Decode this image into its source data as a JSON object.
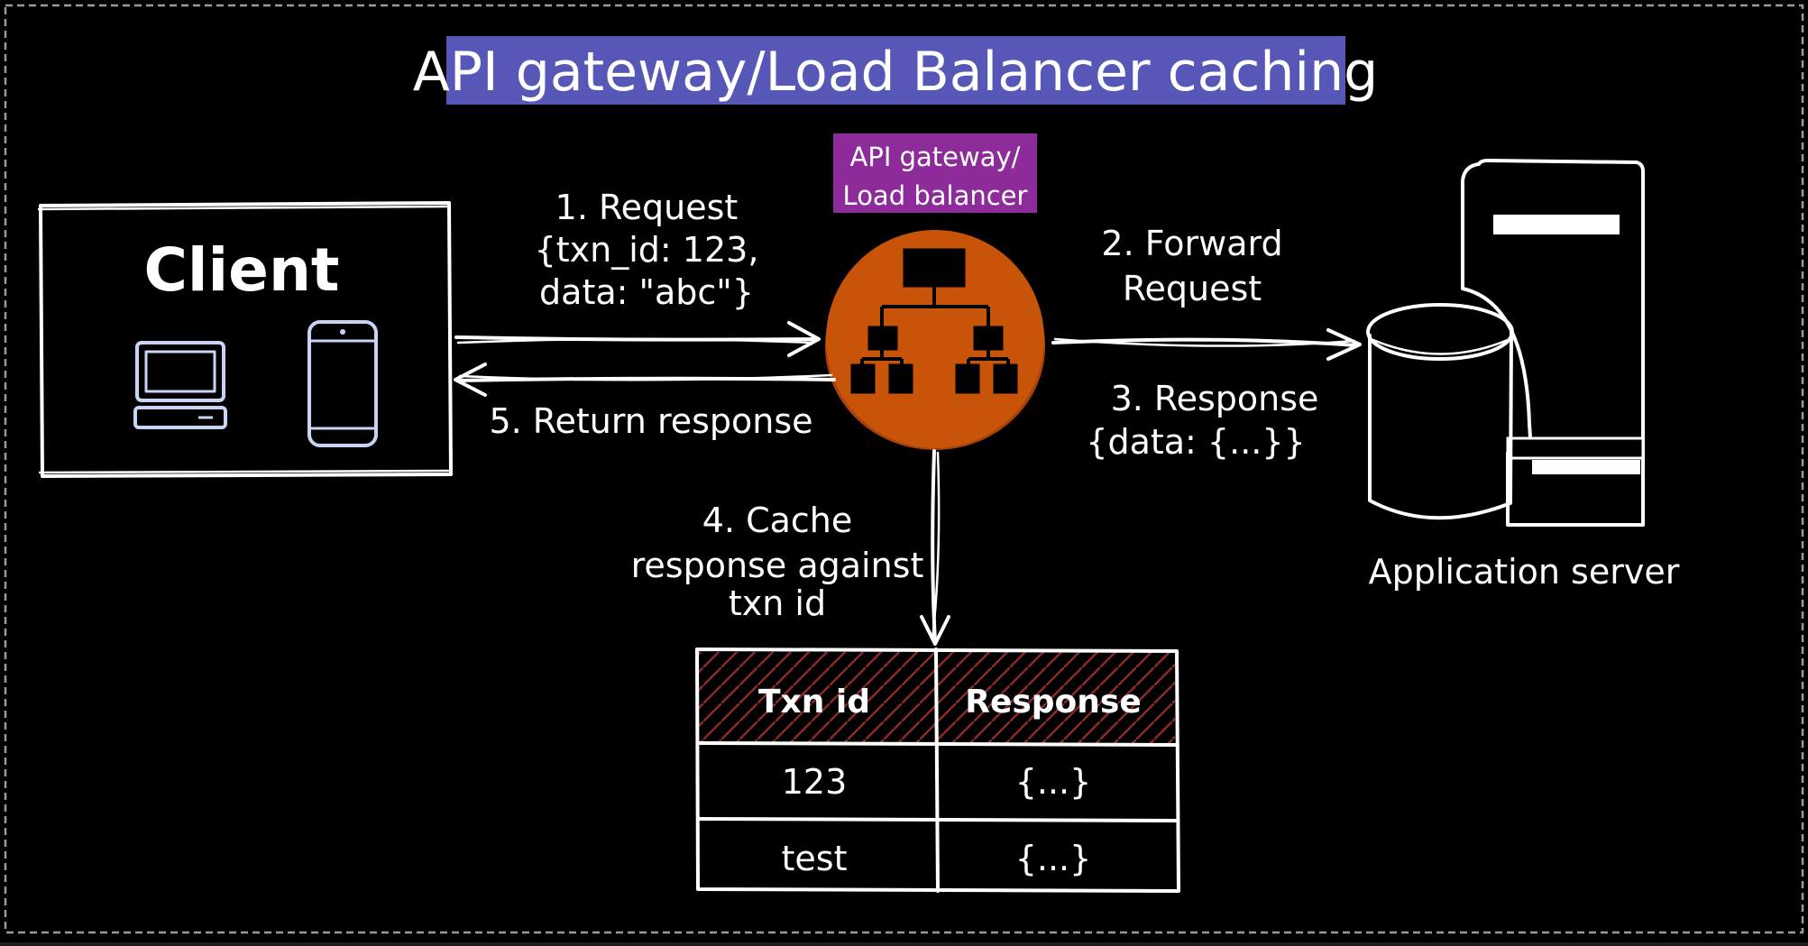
{
  "title": "API gateway/Load Balancer caching",
  "gateway": {
    "badge_line1": "API gateway/",
    "badge_line2": "Load balancer",
    "color": "#c8540a"
  },
  "client": {
    "label": "Client",
    "devices": [
      "laptop-icon",
      "phone-icon"
    ]
  },
  "server": {
    "label": "Application server",
    "icon": "server-database-icon"
  },
  "steps": {
    "request": [
      "1. Request",
      "{txn_id: 123,",
      "data: \"abc\"}"
    ],
    "forward": [
      "2. Forward",
      "Request"
    ],
    "response": [
      "3. Response",
      "{data: {...}}"
    ],
    "cache": [
      "4. Cache",
      "response against",
      "txn id"
    ],
    "return": "5. Return response"
  },
  "cache_table": {
    "columns": [
      "Txn id",
      "Response"
    ],
    "rows": [
      [
        "123",
        "{...}"
      ],
      [
        "test",
        "{...}"
      ]
    ]
  },
  "colors": {
    "title_bg": "#5757b8",
    "badge_bg": "#8e2b9b",
    "header_hatch": "#8b2a2a"
  }
}
